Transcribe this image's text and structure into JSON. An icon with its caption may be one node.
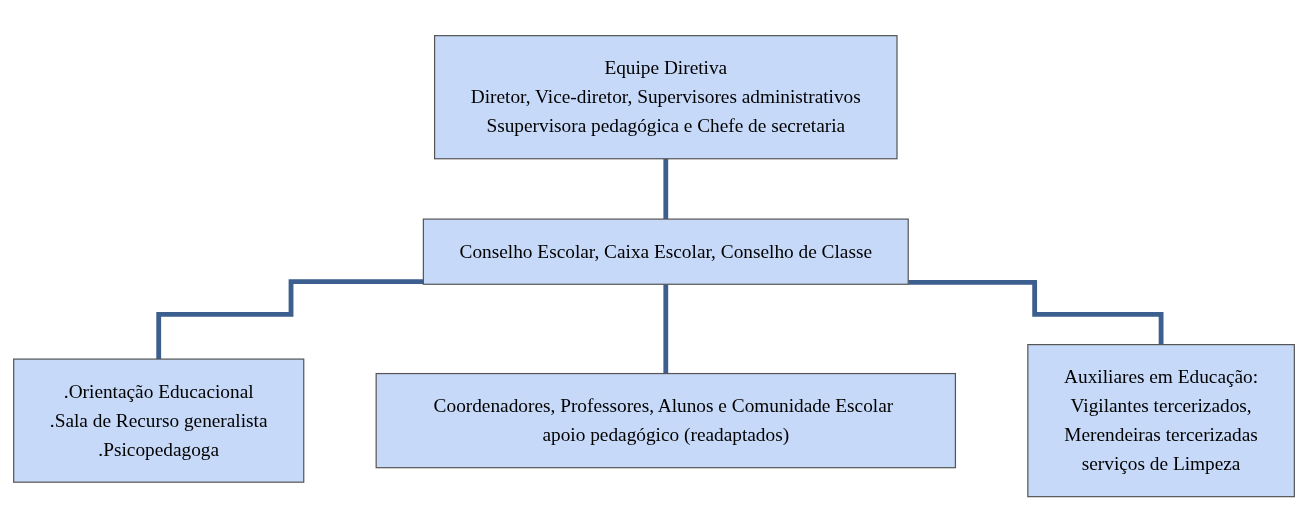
{
  "diagram": {
    "nodes": [
      {
        "text": [
          "Equipe Diretiva",
          "Diretor, Vice-diretor, Supervisores administrativos",
          "Ssupervisora pedagógica e Chefe de secretaria"
        ]
      },
      {
        "text": [
          "Conselho Escolar, Caixa Escolar, Conselho de Classe"
        ]
      },
      {
        "text": [
          ".Orientação Educacional",
          ".Sala de Recurso generalista",
          ".Psicopedagoga"
        ]
      },
      {
        "text": [
          "Coordenadores, Professores, Alunos e Comunidade Escolar apoio pedagógico (readaptados)"
        ]
      },
      {
        "text": [
          "Auxiliares em Educação:",
          "Vigilantes tercerizados,",
          "Merendeiras tercerizadas",
          "serviços de Limpeza"
        ]
      }
    ],
    "edges": [
      {
        "from": 0,
        "to": 1,
        "arrow": "none"
      },
      {
        "from": 1,
        "to": 2,
        "arrow": "none"
      },
      {
        "from": 1,
        "to": 3,
        "arrow": "none"
      },
      {
        "from": 1,
        "to": 4,
        "arrow": "none"
      }
    ]
  }
}
